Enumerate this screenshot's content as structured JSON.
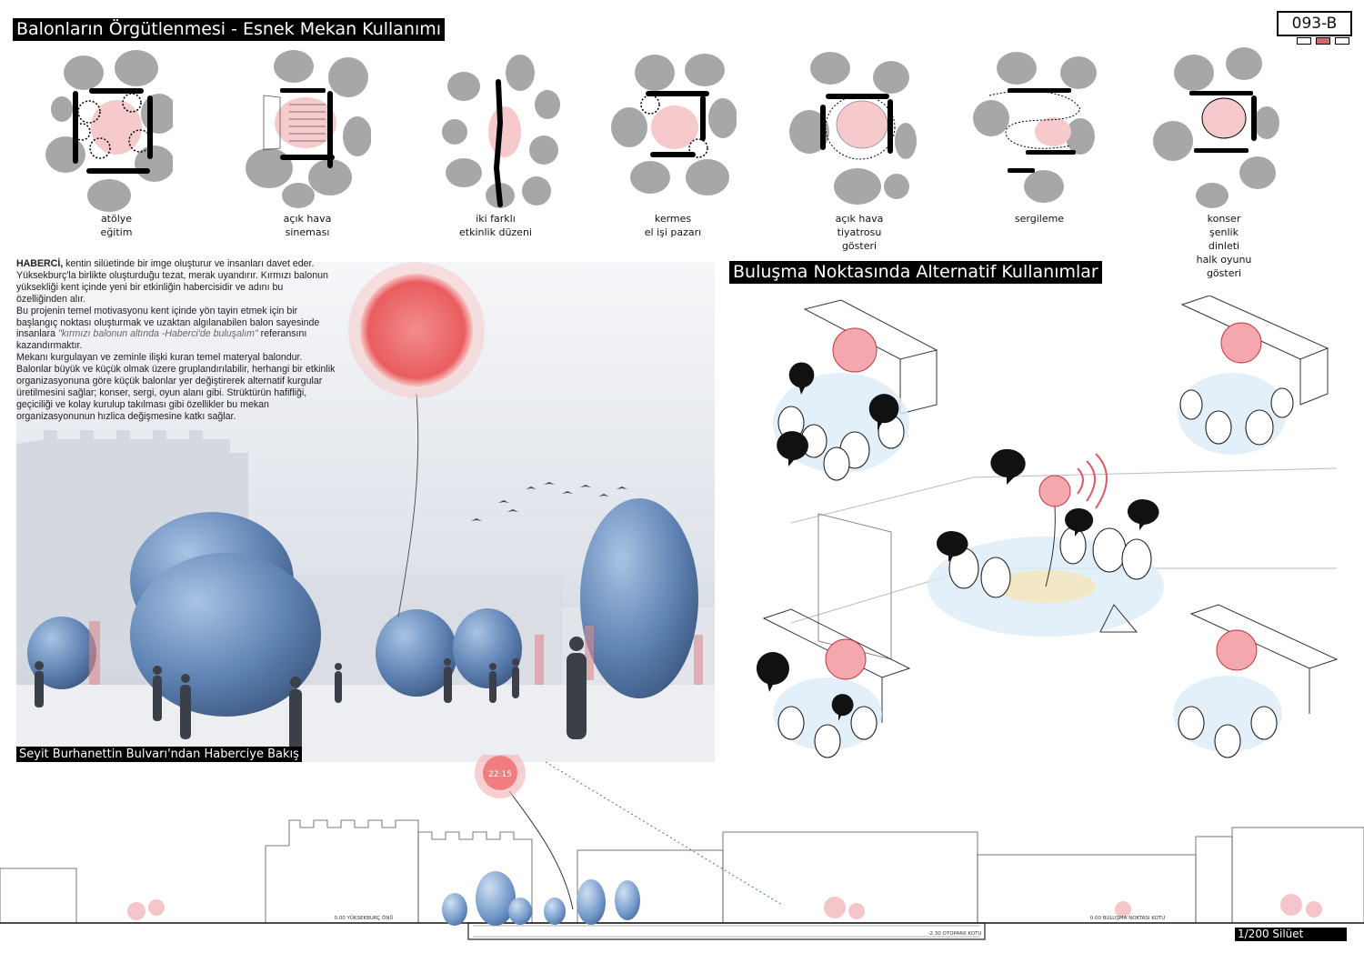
{
  "header": {
    "title": "Balonların Örgütlenmesi - Esnek Mekan Kullanımı",
    "sheet_code": "093-B"
  },
  "diagrams": [
    {
      "label": "atölye\neğitim"
    },
    {
      "label": "açık hava\nsineması"
    },
    {
      "label": "iki farklı\netkinlik düzeni"
    },
    {
      "label": "kermes\nel işi pazarı"
    },
    {
      "label": "açık hava\ntiyatrosu\ngösteri"
    },
    {
      "label": "sergileme"
    },
    {
      "label": "konser\nşenlik\ndinleti\nhalk oyunu\ngösteri"
    }
  ],
  "description": {
    "p1_bold": "HABERCİ,",
    "p1": " kentin silüetinde bir imge oluşturur ve insanları davet eder. Yüksekburç'la birlikte oluşturduğu tezat, merak uyandırır. Kırmızı balonun yüksekliği kent içinde yeni bir etkinliğin habercisidir ve adını bu özelliğinden alır.",
    "p2": "Bu projenin temel motivasyonu kent içinde yön tayin etmek için bir başlangıç noktası oluşturmak ve uzaktan algılanabilen balon sayesinde insanlara",
    "p2_quote": "\"kırmızı balonun altında -Haberci'de buluşalım\"",
    "p2_end": "referansını kazandırmaktır.",
    "p3": "Mekanı kurgulayan ve zeminle ilişki kuran temel materyal balondur. Balonlar büyük ve küçük olmak üzere gruplandırılabilir, herhangi bir etkinlik organizasyonuna göre küçük balonlar yer değiştirerek alternatif kurgular üretilmesini sağlar; konser, sergi, oyun alanı gibi. Strüktürün hafifliği, geçiciliği ve kolay kurulup takılması gibi özellikler bu mekan organizasyonunun hızlica değişmesine katkı sağlar."
  },
  "render": {
    "caption": "Seyit Burhanettin Bulvarı'ndan Haberciye Bakış"
  },
  "alternatives": {
    "title": "Buluşma Noktasında Alternatif Kullanımlar"
  },
  "section": {
    "balloon_time": "22:15",
    "level_left": "0.00 YÜKSEKBURÇ ÖNÜ",
    "level_mid": "-2.30 OTOPARK KOTU",
    "level_right": "0.00 BULUŞMA NOKTASI KOTU",
    "scale_label": "1/200 Silüet"
  },
  "colors": {
    "accent_pink": "#f4b8bd",
    "balloon_red": "#f06a6a",
    "balloon_blue": "#5c82b4",
    "gray_balloon": "#a7a7aa"
  }
}
